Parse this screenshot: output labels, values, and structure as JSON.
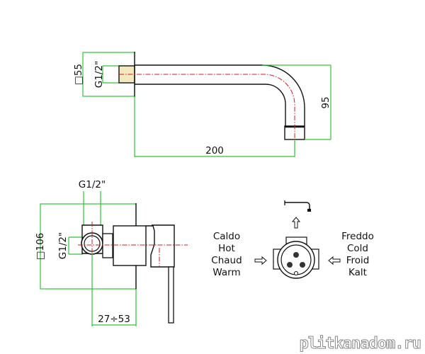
{
  "spout": {
    "plate_label": "□55",
    "thread_label": "G1/2\"",
    "height_label": "95",
    "length_label": "200"
  },
  "mixer": {
    "top_thread_label": "G1/2\"",
    "side_thread_label": "G1/2\"",
    "plate_label": "□106",
    "depth_label": "27÷53"
  },
  "legend": {
    "hot": [
      "Caldo",
      "Hot",
      "Chaud",
      "Warm"
    ],
    "cold": [
      "Freddo",
      "Cold",
      "Froid",
      "Kalt"
    ]
  },
  "watermark": "plitkanadom.ru",
  "colors": {
    "dimension": "#2fc33a",
    "centerline": "#d21d1d",
    "outline": "#111111"
  }
}
